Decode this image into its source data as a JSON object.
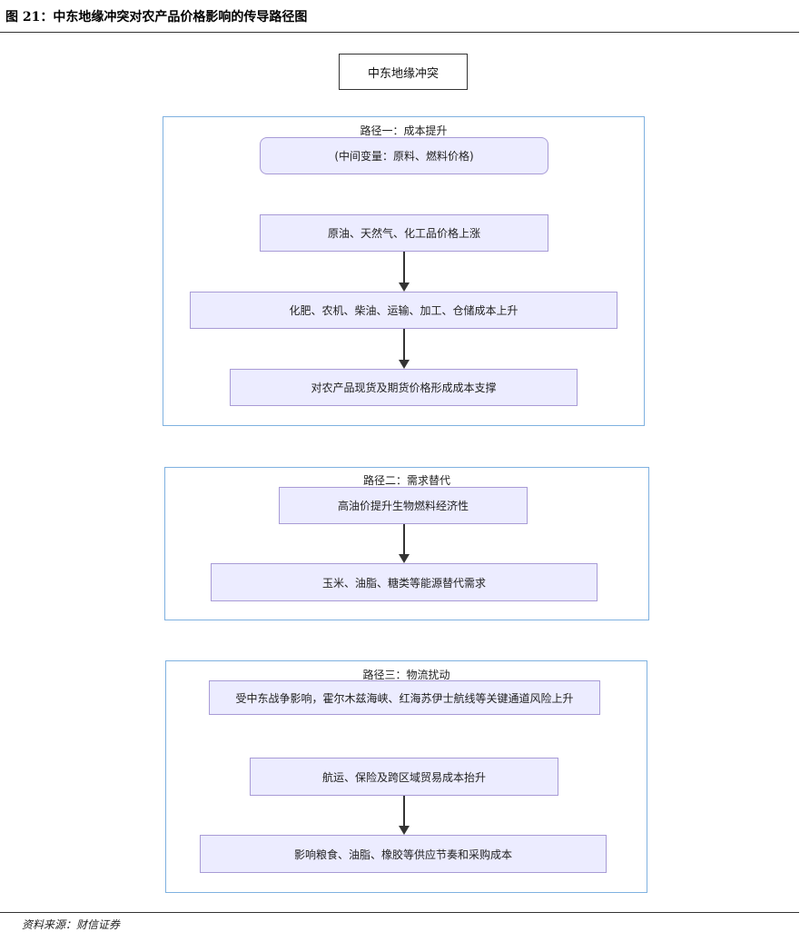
{
  "figure_title": "图 21：中东地缘冲突对农产品价格影响的传导路径图",
  "source": "资料来源：财信证券",
  "root": {
    "label": "中东地缘冲突"
  },
  "paths": [
    {
      "title": "路径一：成本提升",
      "intermediate": "(中间变量：原料、燃料价格)",
      "steps": [
        "原油、天然气、化工品价格上涨",
        "化肥、农机、柴油、运输、加工、仓储成本上升",
        "对农产品现货及期货价格形成成本支撑"
      ]
    },
    {
      "title": "路径二：需求替代",
      "steps": [
        "高油价提升生物燃料经济性",
        "玉米、油脂、糖类等能源替代需求"
      ]
    },
    {
      "title": "路径三：物流扰动",
      "steps": [
        "受中东战争影响，霍尔木兹海峡、红海苏伊士航线等关键通道风险上升",
        "航运、保险及跨区域贸易成本抬升",
        "影响粮食、油脂、橡胶等供应节奏和采购成本"
      ]
    }
  ]
}
